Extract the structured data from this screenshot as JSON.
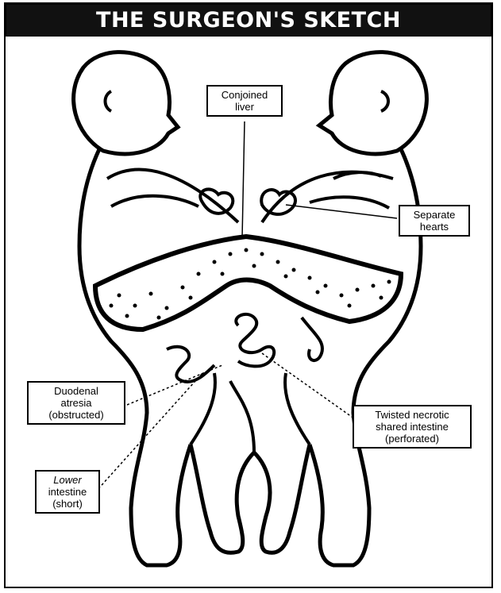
{
  "title": "THE SURGEON'S SKETCH",
  "labels": {
    "conjoined_liver": [
      "Conjoined",
      "liver"
    ],
    "separate_hearts": [
      "Separate",
      "hearts"
    ],
    "duodenal_atresia": [
      "Duodenal",
      "atresia",
      "(obstructed)"
    ],
    "lower_intestine": [
      "Lower",
      "intestine",
      "(short)"
    ],
    "twisted_intestine": [
      "Twisted necrotic",
      "shared intestine",
      "(perforated)"
    ]
  }
}
